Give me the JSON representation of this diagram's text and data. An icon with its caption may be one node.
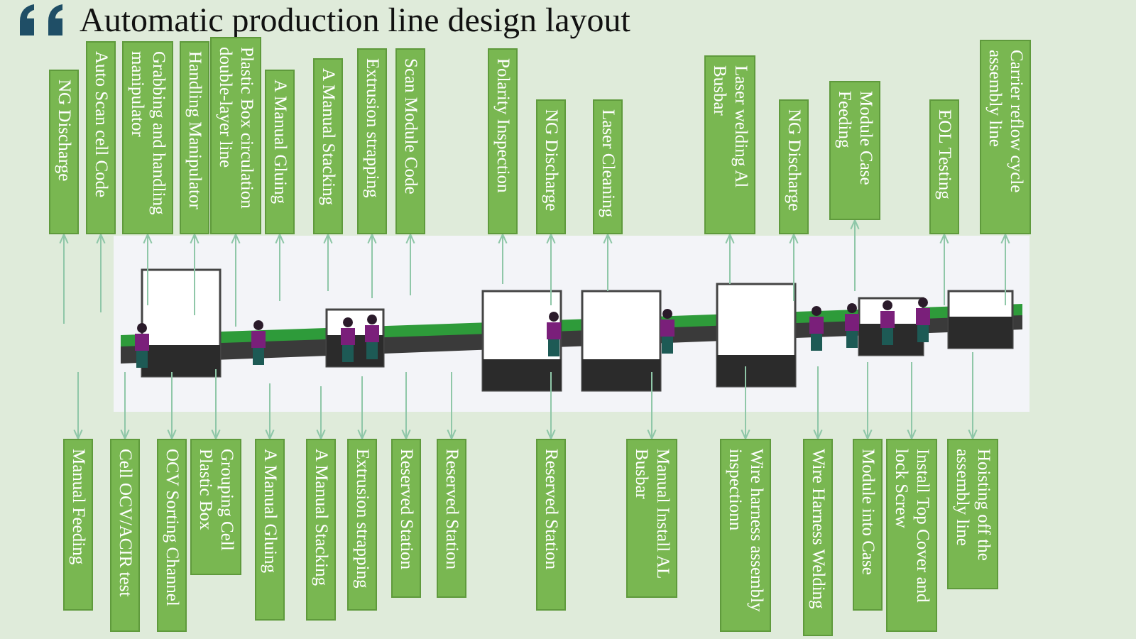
{
  "diagram": {
    "title": "Automatic production line design layout",
    "nodes": [
      {
        "text": [
          "NG Discharge"
        ]
      },
      {
        "text": [
          "Auto Scan cell Code"
        ]
      },
      {
        "text": [
          "Grabbing and handling manipulator"
        ]
      },
      {
        "text": [
          "Handling Manipulator"
        ]
      },
      {
        "text": [
          "Plastic Box circulation double-layer line"
        ]
      },
      {
        "text": [
          "A Manual Gluing"
        ]
      },
      {
        "text": [
          "A Manual Stacking"
        ]
      },
      {
        "text": [
          "Extrusion strapping"
        ]
      },
      {
        "text": [
          "Scan Module Code"
        ]
      },
      {
        "text": [
          "Polarity Inspection"
        ]
      },
      {
        "text": [
          "NG Discharge"
        ]
      },
      {
        "text": [
          "Laser Cleaning"
        ]
      },
      {
        "text": [
          "Laser welding Al Busbar"
        ]
      },
      {
        "text": [
          "NG Discharge"
        ]
      },
      {
        "text": [
          "Module Case Feeding"
        ]
      },
      {
        "text": [
          "EOL Testing"
        ]
      },
      {
        "text": [
          "Carrier reflow cycle assembly line"
        ]
      },
      {
        "text": [
          "Manual Feeding"
        ]
      },
      {
        "text": [
          "Cell OCV/ACIR test"
        ]
      },
      {
        "text": [
          "OCV Sorting Channel"
        ]
      },
      {
        "text": [
          "Grouping Cell Plastic Box"
        ]
      },
      {
        "text": [
          "A Manual Gluing"
        ]
      },
      {
        "text": [
          "A Manual Stacking"
        ]
      },
      {
        "text": [
          "Extrusion strapping"
        ]
      },
      {
        "text": [
          "Reserved Station"
        ]
      },
      {
        "text": [
          "Reserved Station"
        ]
      },
      {
        "text": [
          "Reserved Station"
        ]
      },
      {
        "text": [
          "Manual Install AL Busbar"
        ]
      },
      {
        "text": [
          "Wire harness assembly inspectionn"
        ]
      },
      {
        "text": [
          "Wire Harness Welding"
        ]
      },
      {
        "text": [
          "Module into Case"
        ]
      },
      {
        "text": [
          "Install Top Cover and lock Screw"
        ]
      },
      {
        "text": [
          "Hoisting off the assembly line"
        ]
      }
    ],
    "edges": [
      {
        "from": null,
        "to": 0,
        "arrow": "to"
      },
      {
        "from": null,
        "to": 1,
        "arrow": "to"
      },
      {
        "from": null,
        "to": 2,
        "arrow": "to"
      },
      {
        "from": null,
        "to": 3,
        "arrow": "to"
      },
      {
        "from": null,
        "to": 4,
        "arrow": "to"
      },
      {
        "from": null,
        "to": 5,
        "arrow": "to"
      },
      {
        "from": null,
        "to": 6,
        "arrow": "to"
      },
      {
        "from": null,
        "to": 7,
        "arrow": "to"
      },
      {
        "from": null,
        "to": 8,
        "arrow": "to"
      },
      {
        "from": null,
        "to": 9,
        "arrow": "to"
      },
      {
        "from": null,
        "to": 10,
        "arrow": "to"
      },
      {
        "from": null,
        "to": 11,
        "arrow": "to"
      },
      {
        "from": null,
        "to": 12,
        "arrow": "to"
      },
      {
        "from": null,
        "to": 13,
        "arrow": "to"
      },
      {
        "from": null,
        "to": 14,
        "arrow": "to"
      },
      {
        "from": null,
        "to": 15,
        "arrow": "to"
      },
      {
        "from": null,
        "to": 16,
        "arrow": "to"
      },
      {
        "from": null,
        "to": 17,
        "arrow": "to"
      },
      {
        "from": null,
        "to": 18,
        "arrow": "to"
      },
      {
        "from": null,
        "to": 19,
        "arrow": "to"
      },
      {
        "from": null,
        "to": 20,
        "arrow": "to"
      },
      {
        "from": null,
        "to": 21,
        "arrow": "to"
      },
      {
        "from": null,
        "to": 22,
        "arrow": "to"
      },
      {
        "from": null,
        "to": 23,
        "arrow": "to"
      },
      {
        "from": null,
        "to": 24,
        "arrow": "to"
      },
      {
        "from": null,
        "to": 25,
        "arrow": "to"
      },
      {
        "from": null,
        "to": 26,
        "arrow": "to"
      },
      {
        "from": null,
        "to": 27,
        "arrow": "to"
      },
      {
        "from": null,
        "to": 28,
        "arrow": "to"
      },
      {
        "from": null,
        "to": 29,
        "arrow": "to"
      },
      {
        "from": null,
        "to": 30,
        "arrow": "to"
      },
      {
        "from": null,
        "to": 31,
        "arrow": "to"
      },
      {
        "from": null,
        "to": 32,
        "arrow": "to"
      }
    ]
  }
}
